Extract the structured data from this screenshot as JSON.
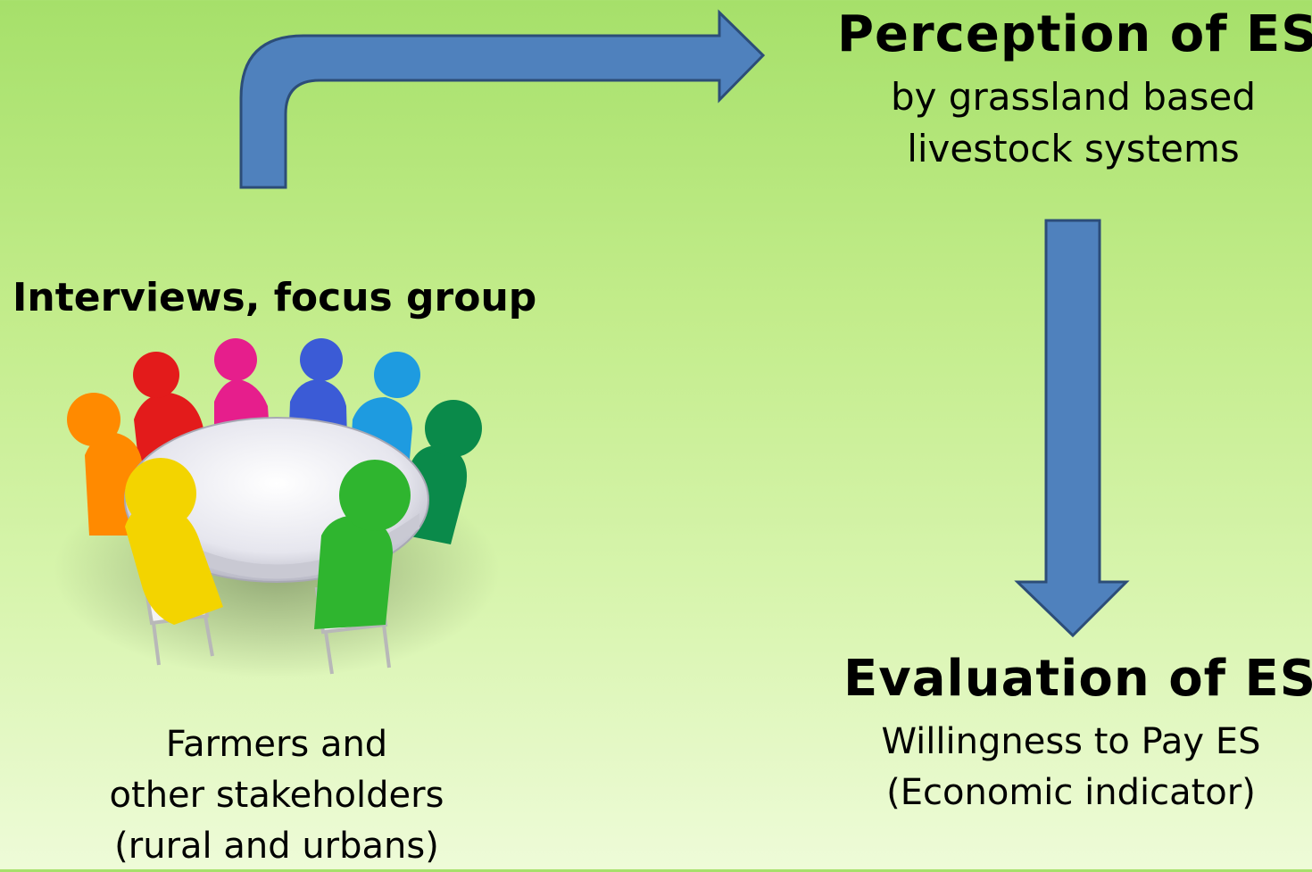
{
  "perception": {
    "title": "Perception of ES",
    "subtitle_lines": [
      "by grassland based",
      "livestock systems"
    ]
  },
  "interviews": {
    "title": "Interviews, focus group",
    "illustration": "people-around-table",
    "figure_colors": [
      "#ff8a00",
      "#e31b1b",
      "#e61e8c",
      "#3b5bd6",
      "#1e9be0",
      "#0a8a4a",
      "#f3d400",
      "#2fb52f"
    ]
  },
  "participants": {
    "lines": [
      "Farmers and",
      "other stakeholders",
      "(rural and urbans)"
    ]
  },
  "evaluation": {
    "title": "Evaluation of ES",
    "subtitle_lines": [
      "Willingness to Pay ES",
      "(Economic indicator)"
    ]
  },
  "arrows": {
    "fill": "#4f81bd",
    "stroke": "#2c4d78"
  }
}
